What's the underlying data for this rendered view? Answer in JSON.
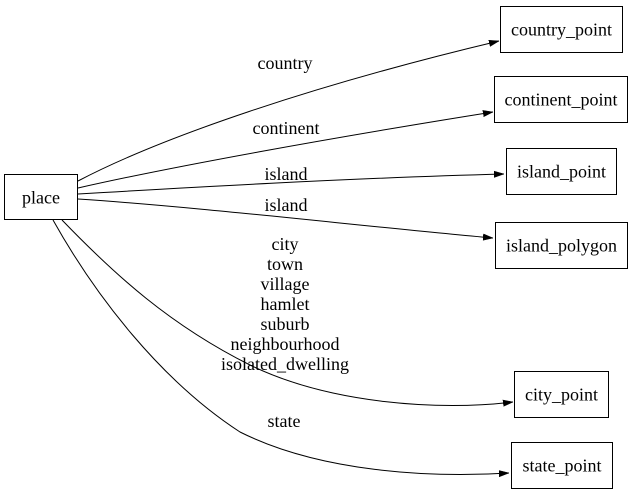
{
  "diagram": {
    "type": "directed-graph",
    "background_color": "#ffffff",
    "node_fill_color": "#ffffff",
    "line_color": "#000000",
    "text_color": "#000000",
    "nodes": [
      {
        "id": "place",
        "label": "place"
      },
      {
        "id": "country_point",
        "label": "country_point"
      },
      {
        "id": "continent_point",
        "label": "continent_point"
      },
      {
        "id": "island_point",
        "label": "island_point"
      },
      {
        "id": "island_polygon",
        "label": "island_polygon"
      },
      {
        "id": "city_point",
        "label": "city_point"
      },
      {
        "id": "state_point",
        "label": "state_point"
      }
    ],
    "edges": [
      {
        "from": "place",
        "to": "country_point",
        "label": "country"
      },
      {
        "from": "place",
        "to": "continent_point",
        "label": "continent"
      },
      {
        "from": "place",
        "to": "island_point",
        "label": "island"
      },
      {
        "from": "place",
        "to": "island_polygon",
        "label": "island"
      },
      {
        "from": "place",
        "to": "city_point",
        "label_lines": [
          "city",
          "town",
          "village",
          "hamlet",
          "suburb",
          "neighbourhood",
          "isolated_dwelling"
        ]
      },
      {
        "from": "place",
        "to": "state_point",
        "label": "state"
      }
    ]
  }
}
